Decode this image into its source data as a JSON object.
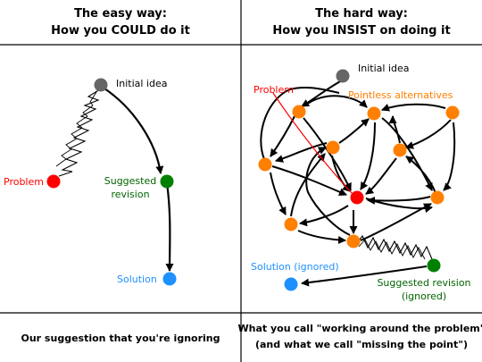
{
  "left": {
    "header_line1": "The easy way:",
    "header_line2": "How you COULD do it",
    "footer": "Our suggestion that you're ignoring",
    "labels": {
      "initial_idea": "Initial idea",
      "problem": "Problem",
      "suggested_revision_line1": "Suggested",
      "suggested_revision_line2": "revision",
      "solution": "Solution"
    }
  },
  "right": {
    "header_line1": "The hard way:",
    "header_line2": "How you INSIST on doing it",
    "footer_line1": "What you call \"working around the problem\"",
    "footer_line2": "(and what we call \"missing the point\")",
    "labels": {
      "initial_idea": "Initial idea",
      "problem": "Problem",
      "pointless_alternatives": "Pointless alternatives",
      "solution_ignored": "Solution (ignored)",
      "suggested_revision_line1": "Suggested revision",
      "suggested_revision_line2": "(ignored)"
    }
  },
  "colors": {
    "initial_idea": "#666666",
    "problem": "#ff0000",
    "pointless_alternative": "#ff7f00",
    "suggested_revision": "#008000",
    "solution": "#1e90ff",
    "problem_label": "#ff0000",
    "alternatives_label": "#ff7f00",
    "revision_label": "#006400",
    "solution_label": "#1e90ff",
    "edge": "#000000"
  }
}
